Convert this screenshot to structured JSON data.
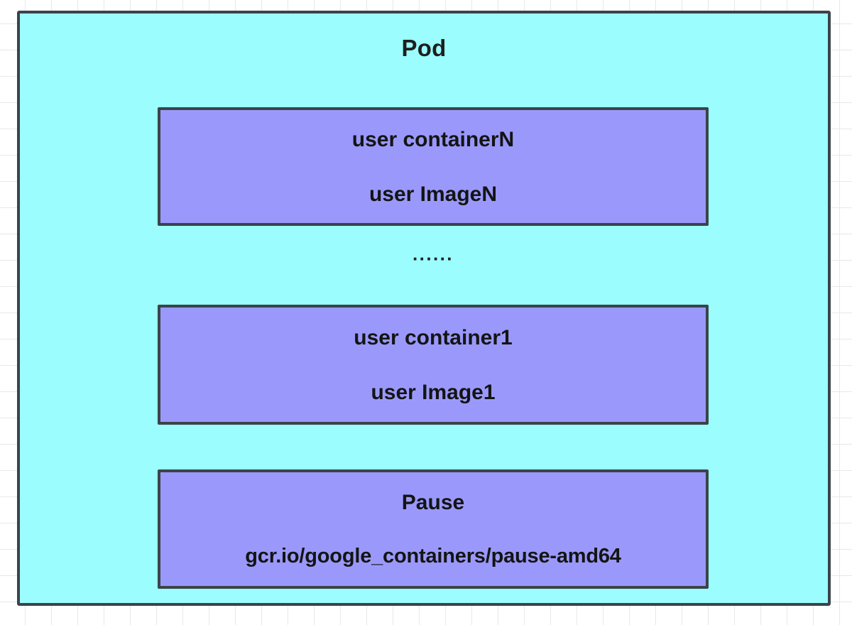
{
  "diagram": {
    "title": "Pod",
    "background": {
      "grid": true,
      "grid_color": "#e8e8e8",
      "page_color": "#ffffff"
    },
    "colors": {
      "pod_fill": "#9bfdfd",
      "container_fill": "#9a99fb",
      "border": "#3a4449",
      "text": "#141414"
    },
    "ellipsis": "······",
    "containers": [
      {
        "name": "user containerN",
        "image": "user ImageN"
      },
      {
        "name": "user container1",
        "image": "user Image1"
      },
      {
        "name": "Pause",
        "image": "gcr.io/google_containers/pause-amd64"
      }
    ]
  }
}
